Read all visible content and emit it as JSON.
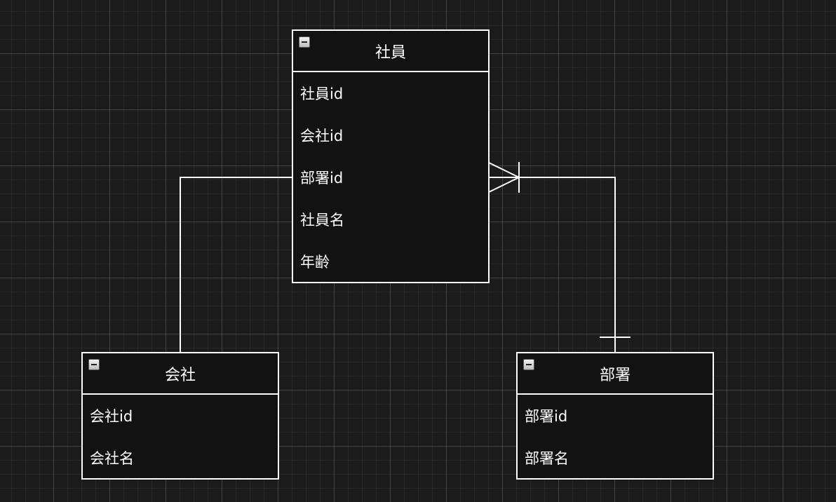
{
  "diagram": {
    "entities": {
      "employee": {
        "title": "社員",
        "attributes": [
          "社員id",
          "会社id",
          "部署id",
          "社員名",
          "年齢"
        ]
      },
      "company": {
        "title": "会社",
        "attributes": [
          "会社id",
          "会社名"
        ]
      },
      "department": {
        "title": "部署",
        "attributes": [
          "部署id",
          "部署名"
        ]
      }
    },
    "relationships": [
      {
        "from": "company",
        "to": "employee",
        "from_end": "none",
        "to_end": "none"
      },
      {
        "from": "department",
        "to": "employee",
        "from_end": "one",
        "to_end": "one-or-many"
      }
    ],
    "colors": {
      "background": "#1b1b1b",
      "entity_fill": "#121212",
      "stroke": "#ffffff",
      "text": "#ffffff"
    }
  }
}
